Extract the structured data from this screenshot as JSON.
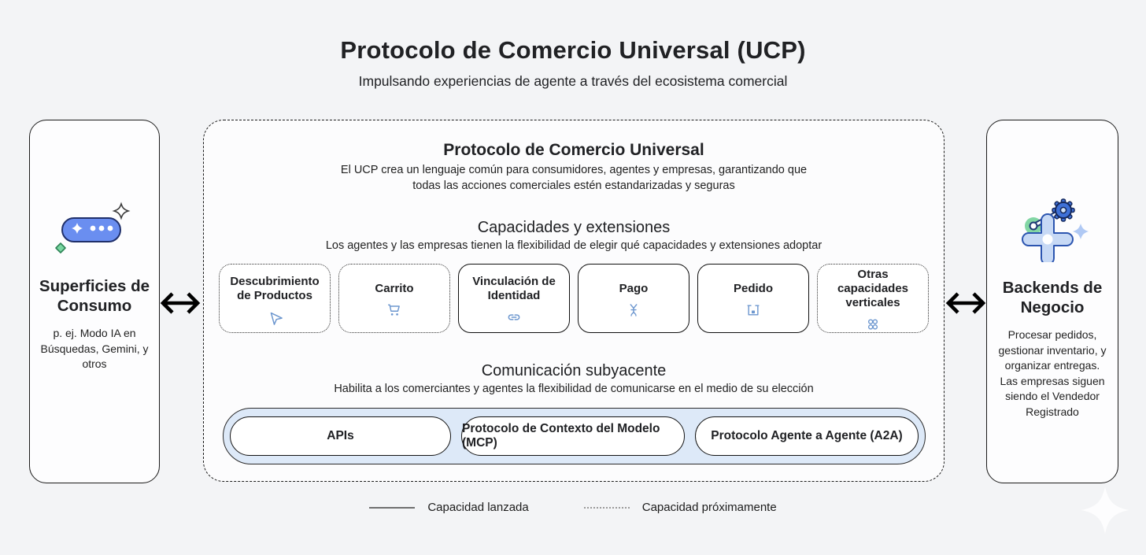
{
  "page": {
    "title": "Protocolo de Comercio Universal (UCP)",
    "subtitle": "Impulsando experiencias de agente a través del ecosistema comercial"
  },
  "left_panel": {
    "title": "Superficies de Consumo",
    "description": "p. ej. Modo IA en Búsquedas, Gemini, y otros",
    "icon": "ai-chat-pill-icon"
  },
  "right_panel": {
    "title": "Backends de Negocio",
    "description": "Procesar pedidos, gestionar inventario, y organizar entregas. Las empresas siguen siendo el Vendedor Registrado",
    "icon": "gears-icon"
  },
  "center_panel": {
    "header": {
      "title": "Protocolo de Comercio Universal",
      "description": "El UCP crea un lenguaje común para consumidores, agentes y empresas, garantizando que todas las acciones comerciales estén estandarizadas y seguras"
    },
    "capabilities_section": {
      "title": "Capacidades y extensiones",
      "description": "Los agentes y las empresas tienen la flexibilidad de elegir qué capacidades y extensiones adoptar",
      "items": [
        {
          "label": "Descubrimiento de Productos",
          "icon": "send-icon",
          "status": "Capacidad próximamente"
        },
        {
          "label": "Carrito",
          "icon": "cart-icon",
          "status": "Capacidad próximamente"
        },
        {
          "label": "Vinculación de Identidad",
          "icon": "link-icon",
          "status": "Capacidad lanzada"
        },
        {
          "label": "Pago",
          "icon": "payment-icon",
          "status": "Capacidad lanzada"
        },
        {
          "label": "Pedido",
          "icon": "order-box-icon",
          "status": "Capacidad lanzada"
        },
        {
          "label": "Otras capacidades verticales",
          "icon": "grid-icon",
          "status": "Capacidad próximamente"
        }
      ]
    },
    "communication_section": {
      "title": "Comunicación subyacente",
      "description": "Habilita a los comerciantes y agentes la flexibilidad de comunicarse en el medio de su elección",
      "items": [
        {
          "label": "APIs"
        },
        {
          "label": "Protocolo de Contexto del Modelo (MCP)"
        },
        {
          "label": "Protocolo Agente a Agente (A2A)"
        }
      ]
    }
  },
  "legend": {
    "launched_label": "Capacidad lanzada",
    "upcoming_label": "Capacidad próximamente"
  },
  "colors": {
    "background": "#f3f4f6",
    "panel_background": "#fdfdfe",
    "border_dark": "#1b1b1b",
    "capability_icon_blue": "#6d97cf",
    "communication_bar_blue": "#dde9f8",
    "ai_pill_blue": "#6a8ef0",
    "green_accent": "#79d6a1",
    "gear_blue": "#3f71d8",
    "text_primary": "#202124"
  }
}
